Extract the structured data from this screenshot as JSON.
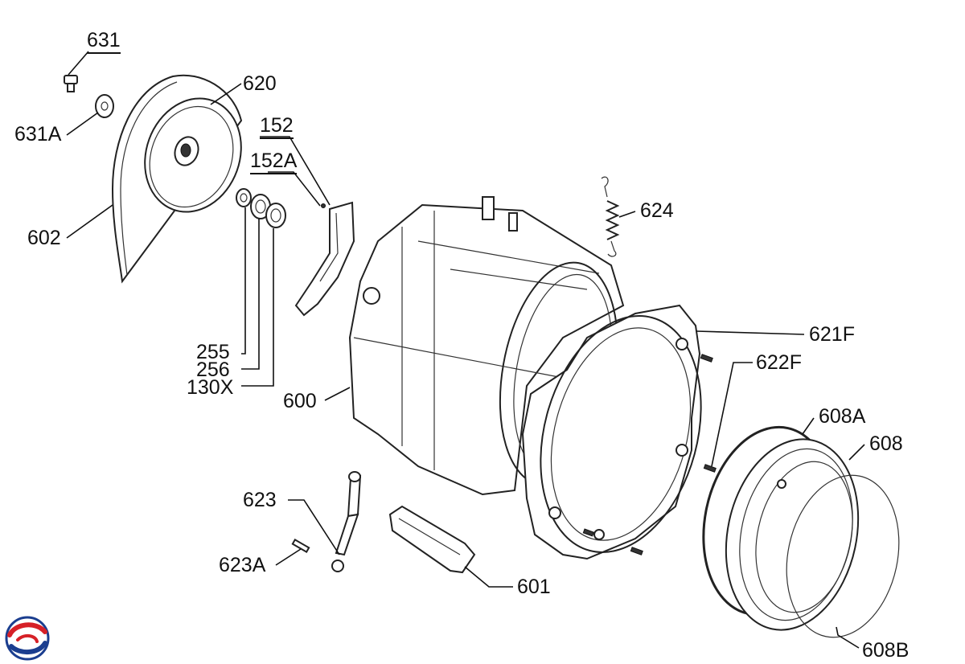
{
  "labels": {
    "p631": "631",
    "p631a": "631A",
    "p620": "620",
    "p602": "602",
    "p152": "152",
    "p152a": "152A",
    "p255": "255",
    "p256": "256",
    "p130x": "130X",
    "p600": "600",
    "p624": "624",
    "p621f": "621F",
    "p622f": "622F",
    "p608a": "608A",
    "p608": "608",
    "p623": "623",
    "p623a": "623A",
    "p601": "601",
    "p608b": "608B"
  },
  "logo": {
    "icon": "brand-swirl-icon",
    "colors": [
      "#d62027",
      "#1b3e8f"
    ]
  }
}
